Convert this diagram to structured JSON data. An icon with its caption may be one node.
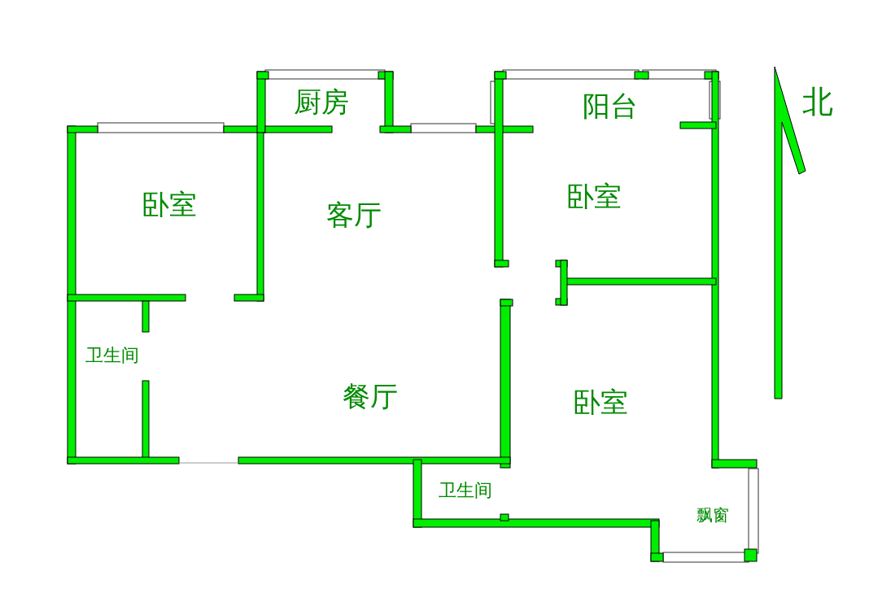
{
  "diagram": {
    "labels": [
      "厨房",
      "北",
      "阳台",
      "卧室",
      "卧室",
      "客厅",
      "卫生间",
      "餐厅",
      "卧室",
      "卫生间",
      "飘窗"
    ]
  }
}
